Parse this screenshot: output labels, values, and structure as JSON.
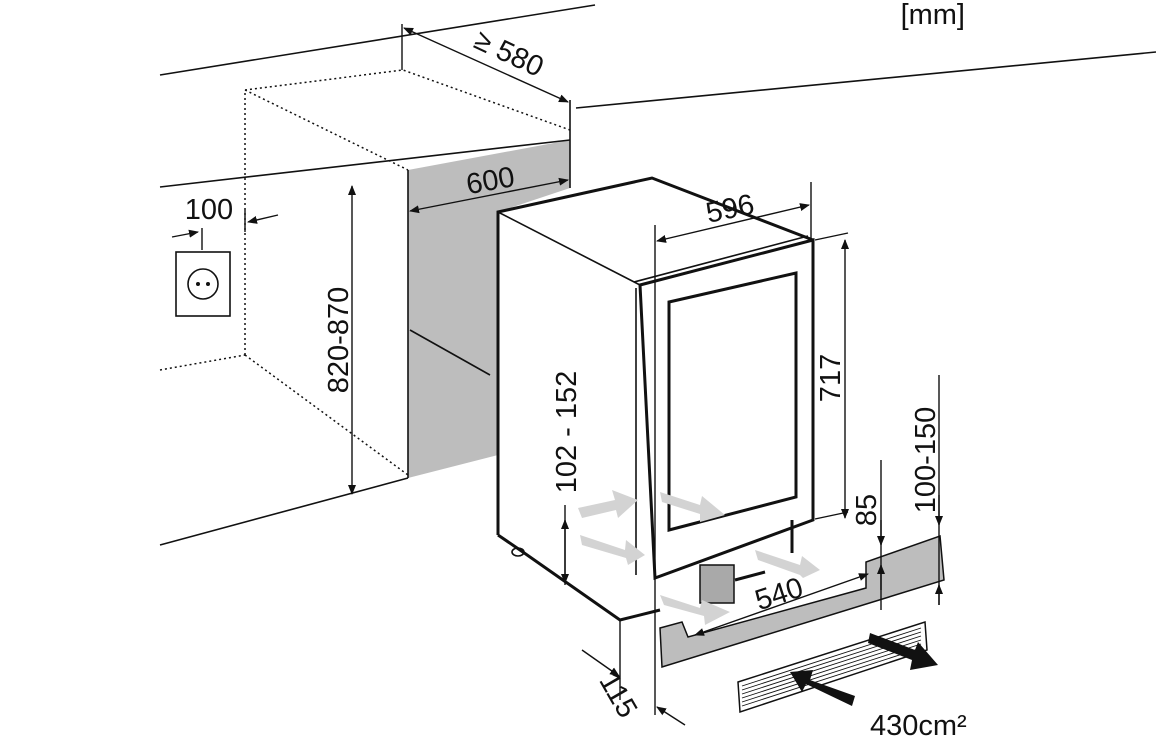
{
  "unit_label": "[mm]",
  "dimensions": {
    "depth_niche": "≥ 580",
    "niche_width": "600",
    "socket_offset": "100",
    "niche_height": "820-870",
    "appliance_width": "596",
    "door_height": "717",
    "foot_height": "102 - 152",
    "plinth_inner_width": "540",
    "plinth_gap": "85",
    "plinth_height": "100-150",
    "plinth_setback": "115",
    "ventilation_area": "430cm²"
  },
  "colors": {
    "panel_gray": "#bdbdbd",
    "arrow_gray": "#d3d3d3",
    "line": "#111111"
  }
}
